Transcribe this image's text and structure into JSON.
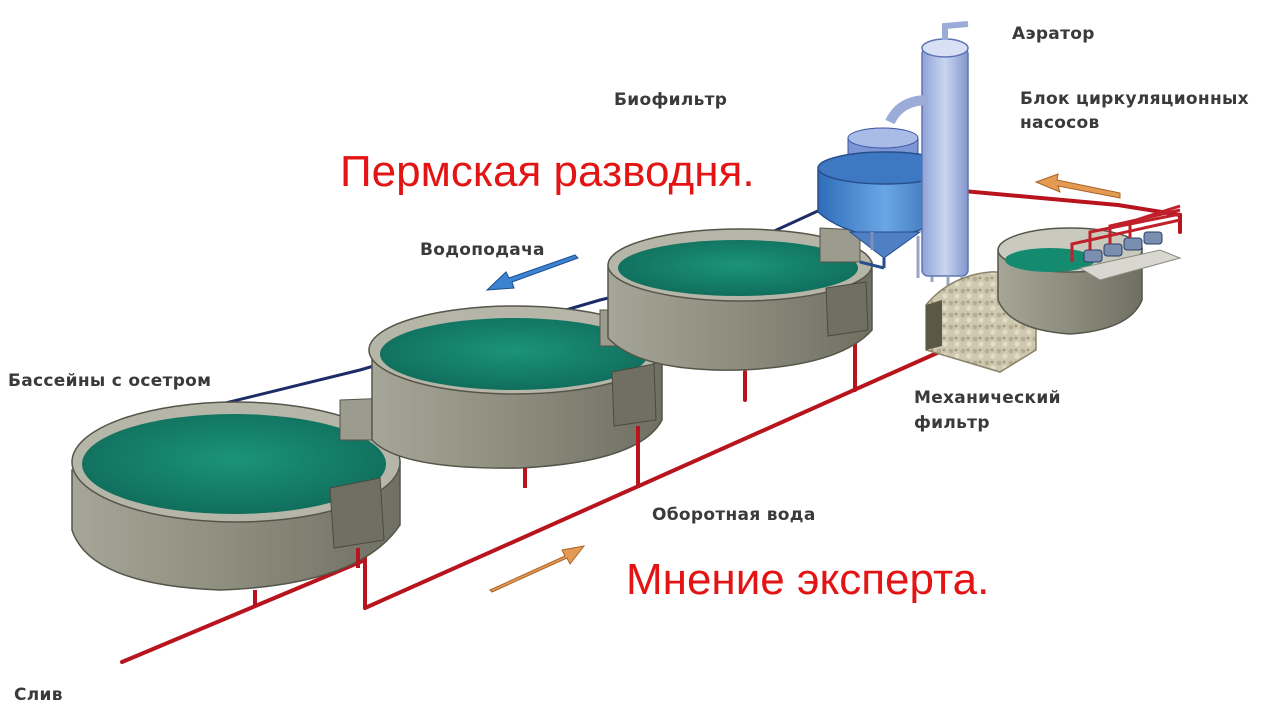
{
  "labels": {
    "aerator": "Аэратор",
    "biofilter": "Биофильтр",
    "pump_block_1": "Блок циркуляционных",
    "pump_block_2": "насосов",
    "water_supply": "Водоподача",
    "pools": "Бассейны с осетром",
    "mech_filter_1": "Механический",
    "mech_filter_2": "фильтр",
    "recycled_water": "Оборотная вода",
    "drain": "Слив"
  },
  "overlay": {
    "title": "Пермская разводня.",
    "subtitle": "Мнение эксперта."
  },
  "colors": {
    "pool_wall": "#8e8e7f",
    "pool_water": "#16826c",
    "pipe_red": "#b8141e",
    "pipe_blue": "#1c2c66",
    "biofilter_blue": "#4f88cf",
    "arrow_orange": "#e39a52",
    "arrow_blue": "#3c84d2",
    "overlay_text": "#e31414",
    "label_text": "#3a3a3a"
  },
  "icons": [
    "orange-flow-arrow-icon",
    "blue-flow-arrow-icon"
  ]
}
